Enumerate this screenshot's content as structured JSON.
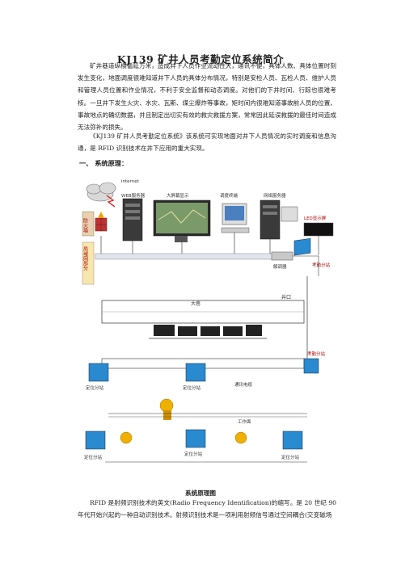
{
  "doc": {
    "title": "KJ139 矿井人员考勤定位系统简介",
    "intro_p1": "矿井巷道纵横循延万米，造成井下人员作业流动性大，通讯不便，具体人数、具体位置时刻发生变化，地面调度很难知道井下人员的具体分布情况，特别是安检人员、瓦检人员、维护人员和管理人员位置和作业情况，不利于安全监督和动态调度。对他们的下井时间、行踪也很难考核。一旦井下发生火灾、水灾、瓦斯、煤尘爆炸等事故，矩时间内很难知道事故前人员的位置、事故地点的确切数据，并且制定出切实有效的救灾救援方案，常常因此延误救援的最佳时间造成无法弥补的损失。",
    "intro_p2": "《KJ139 矿井人员考勤定位系统》该系统可实现地面对井下人员情况的实时调度和信息沟通，是 RFID 识别技术在井下应用的重大实现。",
    "section1_title": "一、 系统原理：",
    "diagram_caption": "系统原理图",
    "bottom_p": "RFID 是射频识别技术的英文(Radio Frequency Identification)的缩写。是 20 世纪 90 年代开始兴起的一种自动识别技术。射频识别技术是一项利用射频信号通过空间耦合(交变磁场"
  },
  "diagram": {
    "internet": "internet",
    "firewall": "防火墙",
    "lan": "局域网部分",
    "web_server": "WEB服务器",
    "big_screen": "大屏幕显示",
    "dispatch": "调度终端",
    "network_server": "网络服务器",
    "led": "LED显示屏",
    "modem": "解调器",
    "exam_station_top": "考勤分站",
    "exam_station_mid": "考勤分站",
    "tunnel": "大巷",
    "shaft": "井口",
    "comm_cable": "通讯电缆",
    "workface": "工作面",
    "pos1": "定位分站",
    "pos2": "定位分站",
    "pos3": "定位分站",
    "pos4": "定位分站",
    "pos5": "定位分站"
  }
}
